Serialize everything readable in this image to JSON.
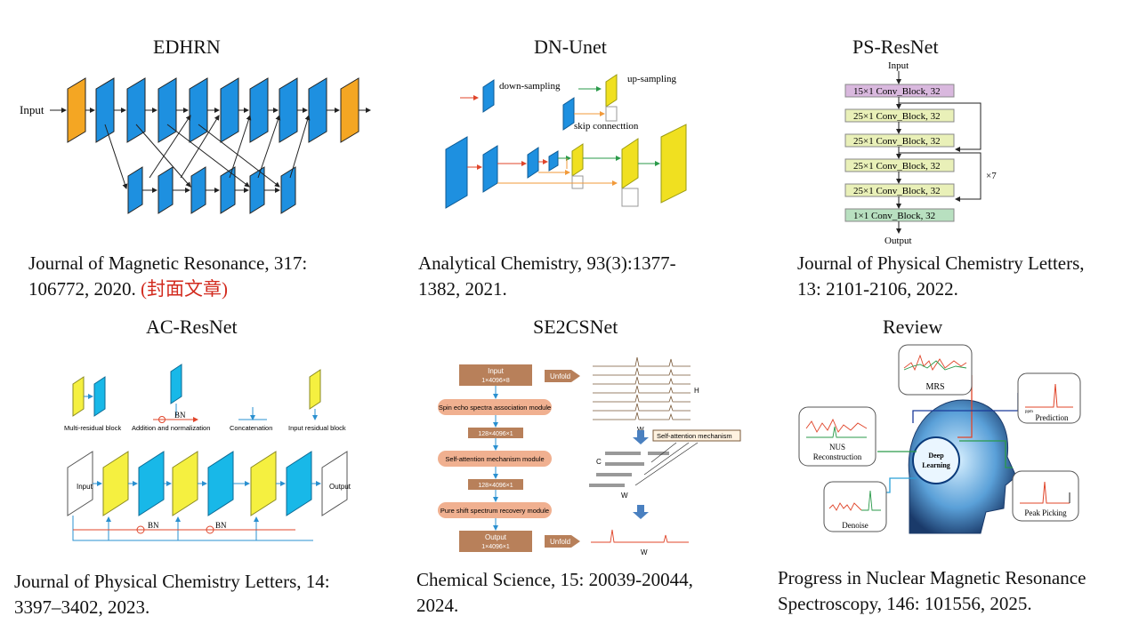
{
  "panels": [
    {
      "title": "EDHRN",
      "citation_line1": "Journal of Magnetic Resonance, 317:",
      "citation_line2": "106772, 2020. ",
      "citation_note": "(封面文章)",
      "labels": {
        "input": "Input"
      }
    },
    {
      "title": "DN-Unet",
      "citation_line1": "Analytical Chemistry, 93(3):1377-",
      "citation_line2": "1382, 2021.",
      "labels": {
        "down_sampling": "down-sampling",
        "up_sampling": "up-sampling",
        "skip_connection": "skip connecttion"
      }
    },
    {
      "title": "PS-ResNet",
      "citation_line1": "Journal of Physical Chemistry Letters,",
      "citation_line2": "13: 2101-2106, 2022.",
      "labels": {
        "input": "Input",
        "output": "Output",
        "repeat": "×7",
        "blocks": [
          "15×1 Conv_Block, 32",
          "25×1 Conv_Block, 32",
          "25×1 Conv_Block, 32",
          "25×1 Conv_Block, 32",
          "25×1 Conv_Block, 32",
          "1×1 Conv_Block, 32"
        ]
      }
    },
    {
      "title": "AC-ResNet",
      "citation_line1": "Journal of Physical Chemistry Letters, 14:",
      "citation_line2": "3397–3402, 2023.",
      "labels": {
        "multi_residual": "Multi-residual block",
        "addition_norm": "Addition and normalization",
        "concatenation": "Concatenation",
        "input_residual": "Input residual block",
        "bn": "BN",
        "input": "Input",
        "output": "Output"
      }
    },
    {
      "title": "SE2CSNet",
      "citation_line1": "Chemical Science, 15: 20039-20044,",
      "citation_line2": "2024.",
      "labels": {
        "input": "Input",
        "input_dims": "1×4096×8",
        "unfold": "Unfold",
        "spin_echo": "Spin echo spectra association module",
        "dims1": "128×4096×1",
        "self_attention_module": "Self-attention mechanism module",
        "dims2": "128×4096×1",
        "pure_shift": "Pure shift spectrum recovery module",
        "output": "Output",
        "output_dims": "1×4096×1",
        "unfold2": "Unfold",
        "self_attention_mech": "Self-attention mechanism",
        "h": "H",
        "w1": "W",
        "c": "C",
        "w2": "W",
        "w3": "W"
      }
    },
    {
      "title": "Review",
      "citation_line1": "Progress in Nuclear Magnetic Resonance",
      "citation_line2": "Spectroscopy, 146: 101556, 2025.",
      "labels": {
        "mrs": "MRS",
        "prediction": "Prediction",
        "ppm": "ppm",
        "nus": "NUS",
        "reconstruction": "Reconstruction",
        "deep": "Deep",
        "learning": "Learning",
        "denoise": "Denoise",
        "peak_picking": "Peak Picking"
      }
    }
  ]
}
